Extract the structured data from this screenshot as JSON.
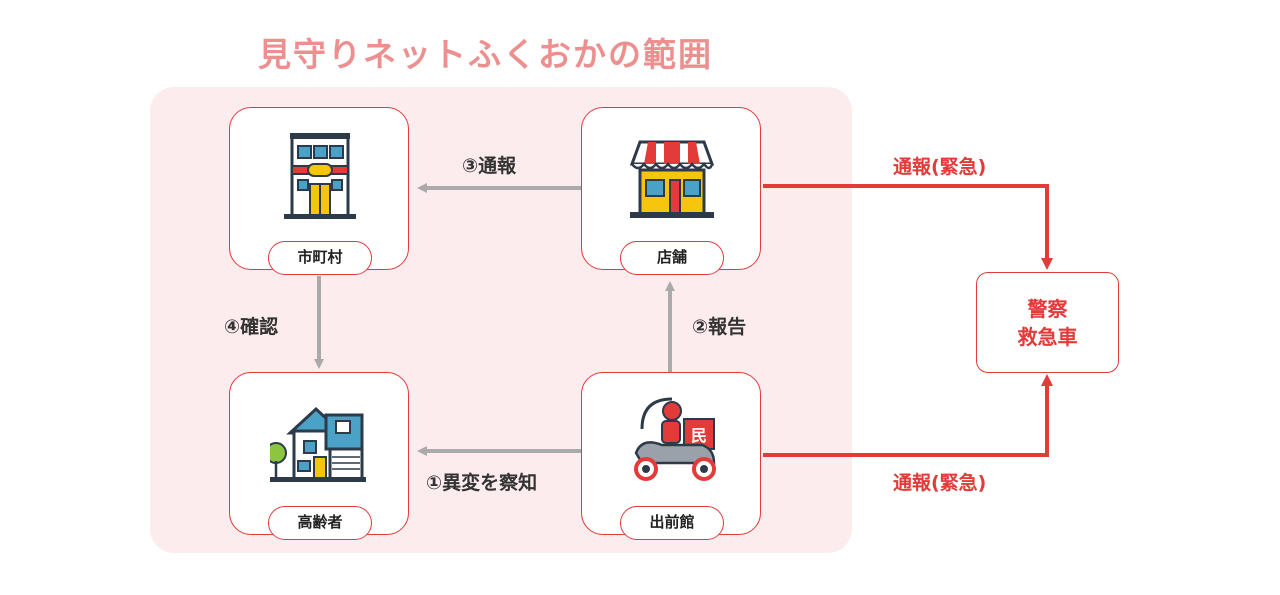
{
  "title": "見守りネットふくおかの範囲",
  "nodes": {
    "city": "市町村",
    "store": "店舗",
    "elderly": "高齢者",
    "delivery": "出前館"
  },
  "police": {
    "line1": "警察",
    "line2": "救急車"
  },
  "arrows": {
    "notify": "③通報",
    "report": "②報告",
    "confirm": "④確認",
    "detect": "①異変を察知",
    "emergency_top": "通報(緊急)",
    "emergency_bottom": "通報(緊急)"
  },
  "colors": {
    "accent": "#e33a3a",
    "title": "#ee8f8f",
    "area": "#fdeced",
    "gray_arrow": "#aaaaaa"
  },
  "icons": {
    "city": "city-hall-building-icon",
    "store": "store-awning-icon",
    "elderly": "house-icon",
    "delivery": "delivery-scooter-icon"
  }
}
